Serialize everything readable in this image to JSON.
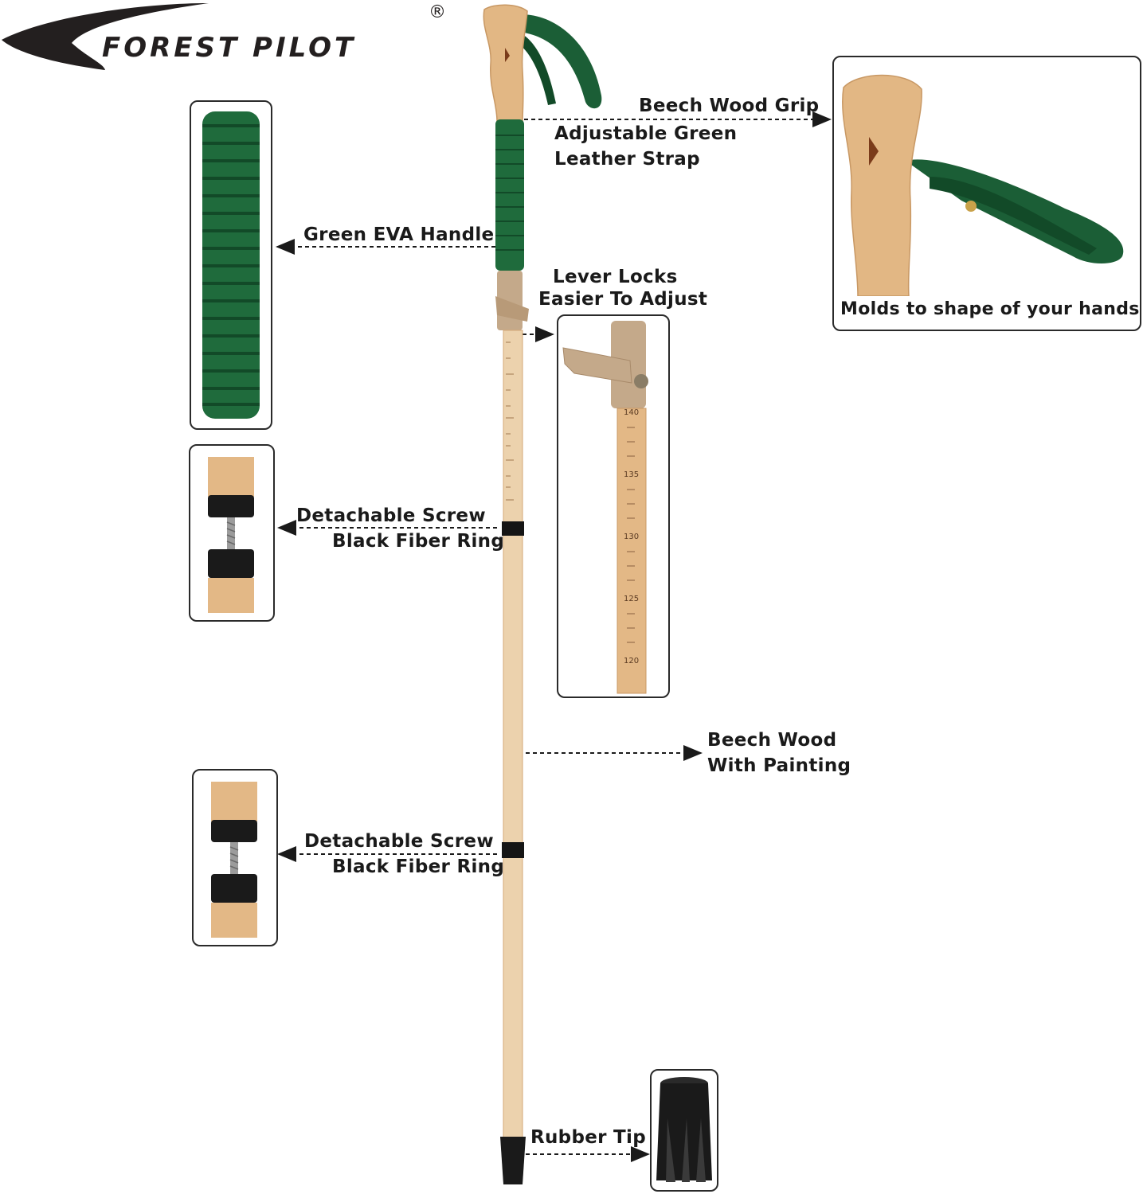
{
  "brand": {
    "name": "FOREST PILOT",
    "registered_mark": "®",
    "logo_color": "#231f1f"
  },
  "labels": {
    "grip": "Beech Wood Grip",
    "strap_line1": "Adjustable Green",
    "strap_line2": "Leather Strap",
    "eva_handle": "Green EVA Handle",
    "lever_line1": "Lever Locks",
    "lever_line2": "Easier To Adjust",
    "molds": "Molds to shape of your hands",
    "screw1_line1": "Detachable Screw",
    "screw1_line2": "Black Fiber Ring",
    "beech_line1": "Beech Wood",
    "beech_line2": "With Painting",
    "screw2_line1": "Detachable Screw",
    "screw2_line2": "Black Fiber Ring",
    "rubber_tip": "Rubber Tip"
  },
  "scale_marks": [
    "140",
    "135",
    "130",
    "125",
    "120"
  ],
  "colors": {
    "wood": "#e9c89d",
    "wood_dark": "#d4a877",
    "green": "#1f6b3c",
    "green_dark": "#124a28",
    "lever": "#c4a98a",
    "rubber": "#1a1a1a"
  },
  "icons": {
    "logo": "forest-pilot-swoosh-logo",
    "grip": "beech-wood-grip",
    "strap": "leather-strap",
    "eva": "eva-foam-handle",
    "lever": "lever-lock",
    "screw": "screw-joint",
    "tip": "rubber-tip"
  }
}
